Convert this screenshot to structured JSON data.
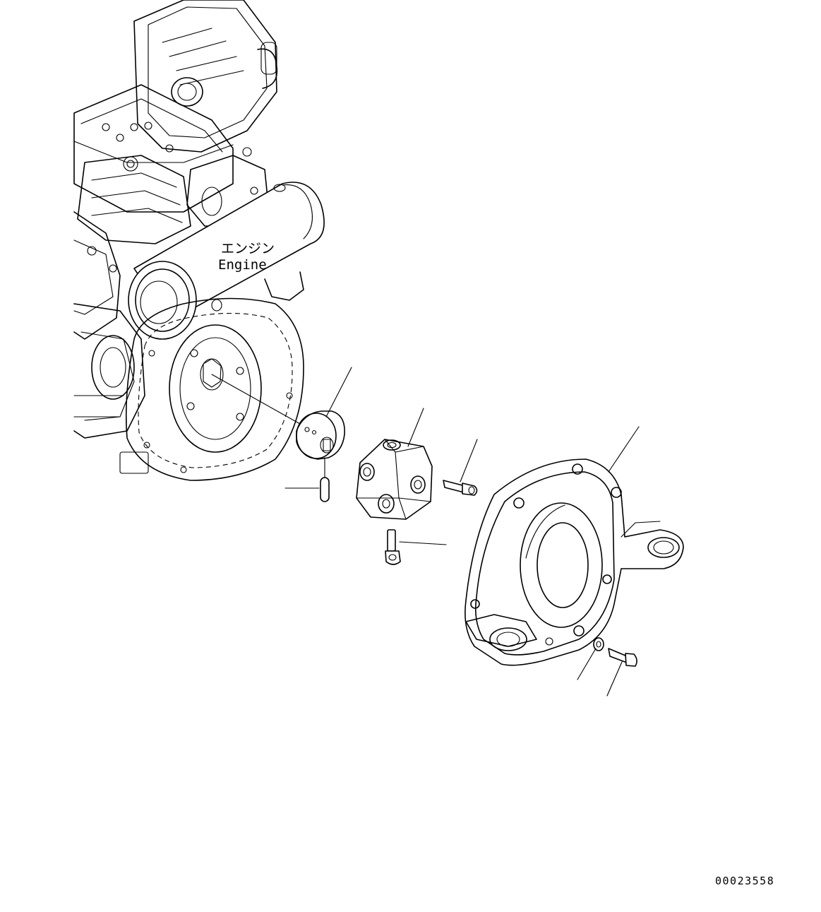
{
  "labels": {
    "engine_jp": "エンジン",
    "engine_en": "Engine"
  },
  "drawing_number": "00023558"
}
